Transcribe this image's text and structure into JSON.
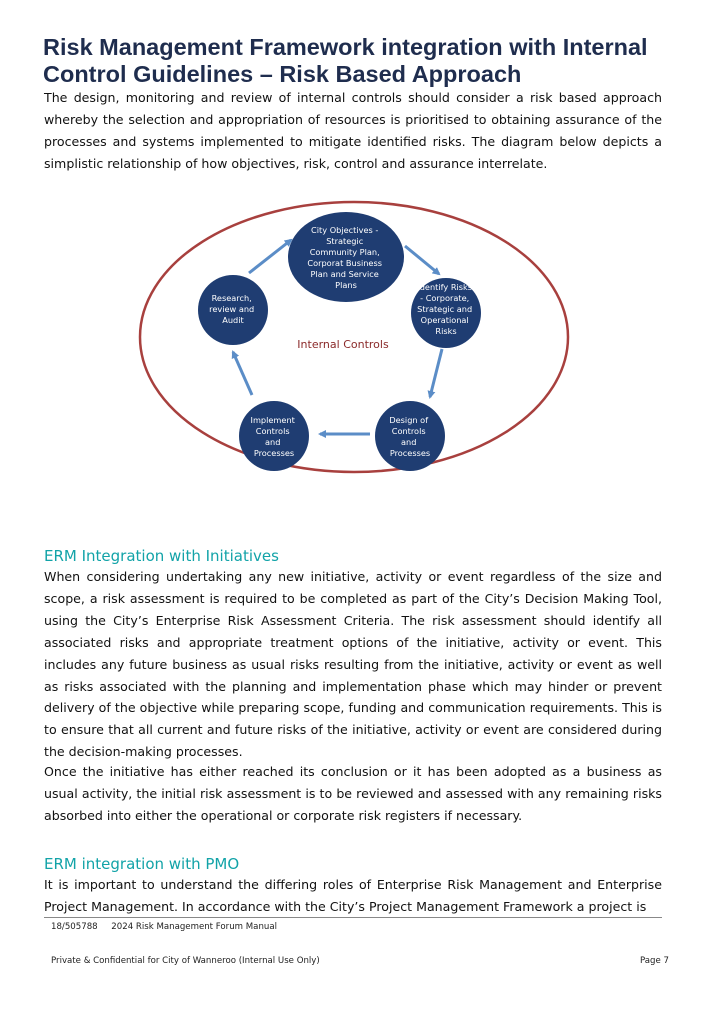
{
  "title": "Risk Management Framework integration with Internal Control Guidelines – Risk Based Approach",
  "intro": "The design, monitoring and review of internal controls should consider a risk based approach whereby the selection and appropriation of resources is prioritised to obtaining assurance of the processes and systems implemented to mitigate identified risks.  The diagram below depicts a simplistic relationship of how objectives, risk, control and assurance interrelate.",
  "diagram": {
    "center_label": "Internal Controls",
    "nodes": [
      [
        "City Objectives -",
        "Strategic",
        "Community Plan,",
        "Corporat Business",
        "Plan and Service",
        "Plans"
      ],
      [
        "Identify Risks",
        "- Corporate,",
        "Strategic and",
        "Operational",
        "Risks"
      ],
      [
        "Design of",
        "Controls",
        "and",
        "Processes"
      ],
      [
        "Implement",
        "Controls",
        "and",
        "Processes"
      ],
      [
        "Research,",
        "review and",
        "Audit"
      ]
    ],
    "colors": {
      "node": "#1f3d72",
      "arrow": "#5b8dc7",
      "ellipse": "#a8403e"
    }
  },
  "section1": {
    "heading": "ERM Integration with Initiatives",
    "para1": "When considering undertaking any new initiative, activity or event regardless of the size and scope, a risk assessment is required to be completed as part of the City’s Decision Making Tool, using the City’s Enterprise Risk Assessment Criteria.    The risk assessment should identify all associated risks and appropriate treatment options of the initiative, activity or event. This includes any future business as usual risks resulting from the initiative, activity or event as well as risks associated with the planning and implementation phase which may hinder or prevent delivery of the objective while preparing scope, funding and communication requirements. This is to ensure that all current and future risks of the initiative, activity or event are considered during the decision-making processes.",
    "para2": "Once the initiative has either reached its conclusion or it has been adopted as a business as usual activity, the initial risk assessment is to be reviewed and assessed with any remaining risks absorbed into either the operational or corporate risk registers if necessary."
  },
  "section2": {
    "heading": "ERM integration with PMO",
    "para1": "It is important to understand the differing roles of Enterprise Risk Management and Enterprise Project Management.  In accordance with the City’s Project Management Framework a project is"
  },
  "footer": {
    "doc_ref": "18/505788     2024 Risk Management Forum Manual",
    "confidential": "Private & Confidential for City of Wanneroo (Internal Use Only)",
    "page": "Page 7"
  }
}
